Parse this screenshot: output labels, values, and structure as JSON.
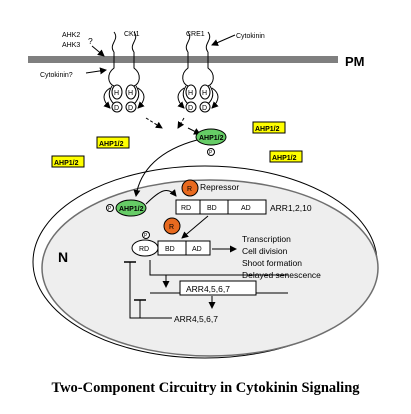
{
  "labels": {
    "ahk2": "AHK2",
    "ahk3": "AHK3",
    "question": "?",
    "cki1": "CKI1",
    "cre1": "CRE1",
    "cytokinin": "Cytokinin",
    "cytokinin_q": "Cytokinin?",
    "pm": "PM",
    "nucleus": "N",
    "h": "H",
    "d": "D",
    "ahp": "AHP1/2",
    "p": "P",
    "r": "R",
    "repressor": "Repressor",
    "rd": "RD",
    "bd": "BD",
    "ad": "AD",
    "arr_type_b": "ARR1,2,10",
    "arr_type_a": "ARR4,5,6,7",
    "outputs": [
      "Transcription",
      "Cell division",
      "Shoot formation",
      "Delayed senescence"
    ]
  },
  "caption": "Two-Component Circuitry in Cytokinin Signaling",
  "colors": {
    "membrane": "#7f7f7f",
    "ahp_cell": "#66cc66",
    "ahp_box": "#ffff00",
    "repressor": "#e86a1f",
    "nucleus_fill": "#eeeeee"
  }
}
